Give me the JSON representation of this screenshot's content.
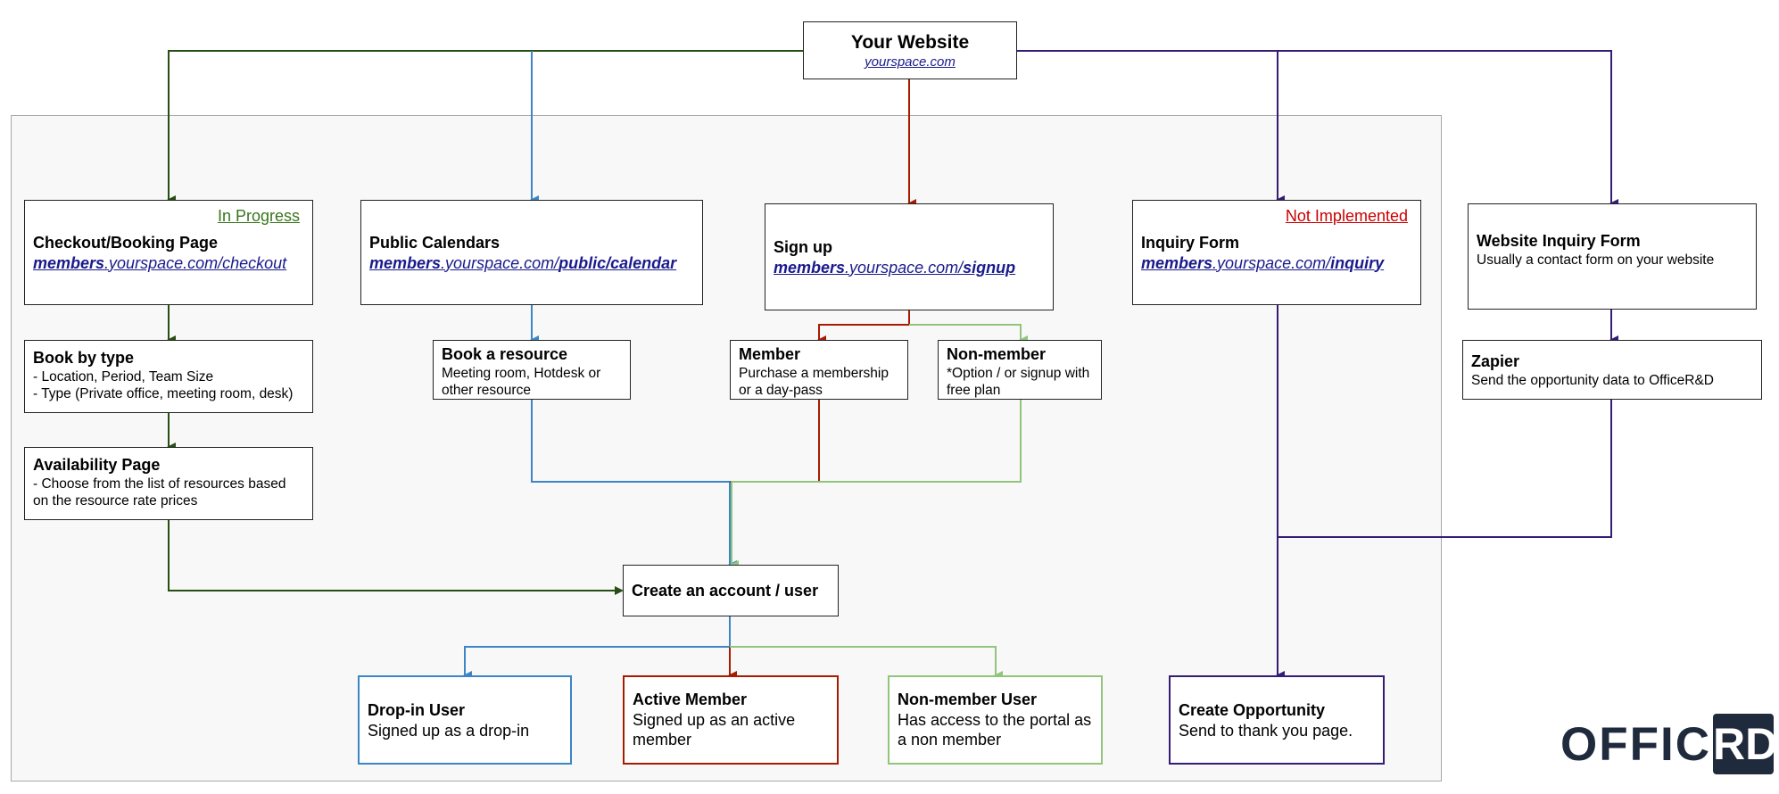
{
  "colors": {
    "dark_green": "#274e13",
    "light_blue": "#3d85c6",
    "dark_red": "#a61c00",
    "purple": "#351c75",
    "light_green": "#93c47d",
    "status_green": "#38761d",
    "status_red": "#cc0000"
  },
  "website": {
    "title": "Your Website",
    "url": "yourspace.com"
  },
  "checkout": {
    "status": "In Progress",
    "title": "Checkout/Booking Page",
    "url_bold": "members",
    "url_rest": ".yourspace.com/checkout"
  },
  "book_by_type": {
    "title": "Book by type",
    "line1": "- Location, Period, Team Size",
    "line2": "- Type (Private office, meeting room, desk)"
  },
  "availability": {
    "title": "Availability Page",
    "desc": "- Choose from the list of resources based on the resource rate prices"
  },
  "public_calendars": {
    "title": "Public Calendars",
    "url_bold": "members",
    "url_mid": ".yourspace.com/",
    "url_bold2": "public/calendar"
  },
  "book_resource": {
    "title": "Book a resource",
    "desc": "Meeting room, Hotdesk or other resource"
  },
  "signup": {
    "title": "Sign up",
    "url_bold": "members",
    "url_mid": ".yourspace.com/",
    "url_bold2": "signup"
  },
  "member": {
    "title": "Member",
    "desc": "Purchase a membership or a day-pass"
  },
  "non_member": {
    "title": "Non-member",
    "desc": "*Option / or signup with free plan"
  },
  "inquiry_form": {
    "status": "Not Implemented",
    "title": "Inquiry Form",
    "url_bold": "members",
    "url_mid": ".yourspace.com/",
    "url_bold2": "inquiry"
  },
  "website_inquiry": {
    "title": "Website Inquiry Form",
    "desc": "Usually a contact form on your website"
  },
  "zapier": {
    "title": "Zapier",
    "desc": "Send the opportunity data to OfficeR&D"
  },
  "create_account": {
    "title": "Create an account / user"
  },
  "dropin": {
    "title": "Drop-in User",
    "desc": "Signed up as a drop-in"
  },
  "active_member": {
    "title": "Active Member",
    "desc": "Signed up as an active member"
  },
  "nonmember_user": {
    "title": "Non-member User",
    "desc": "Has access to the portal as a non member"
  },
  "opportunity": {
    "title": "Create Opportunity",
    "desc": "Send to thank you page."
  },
  "logo": {
    "text": "OFFICE",
    "badge": "RD"
  }
}
